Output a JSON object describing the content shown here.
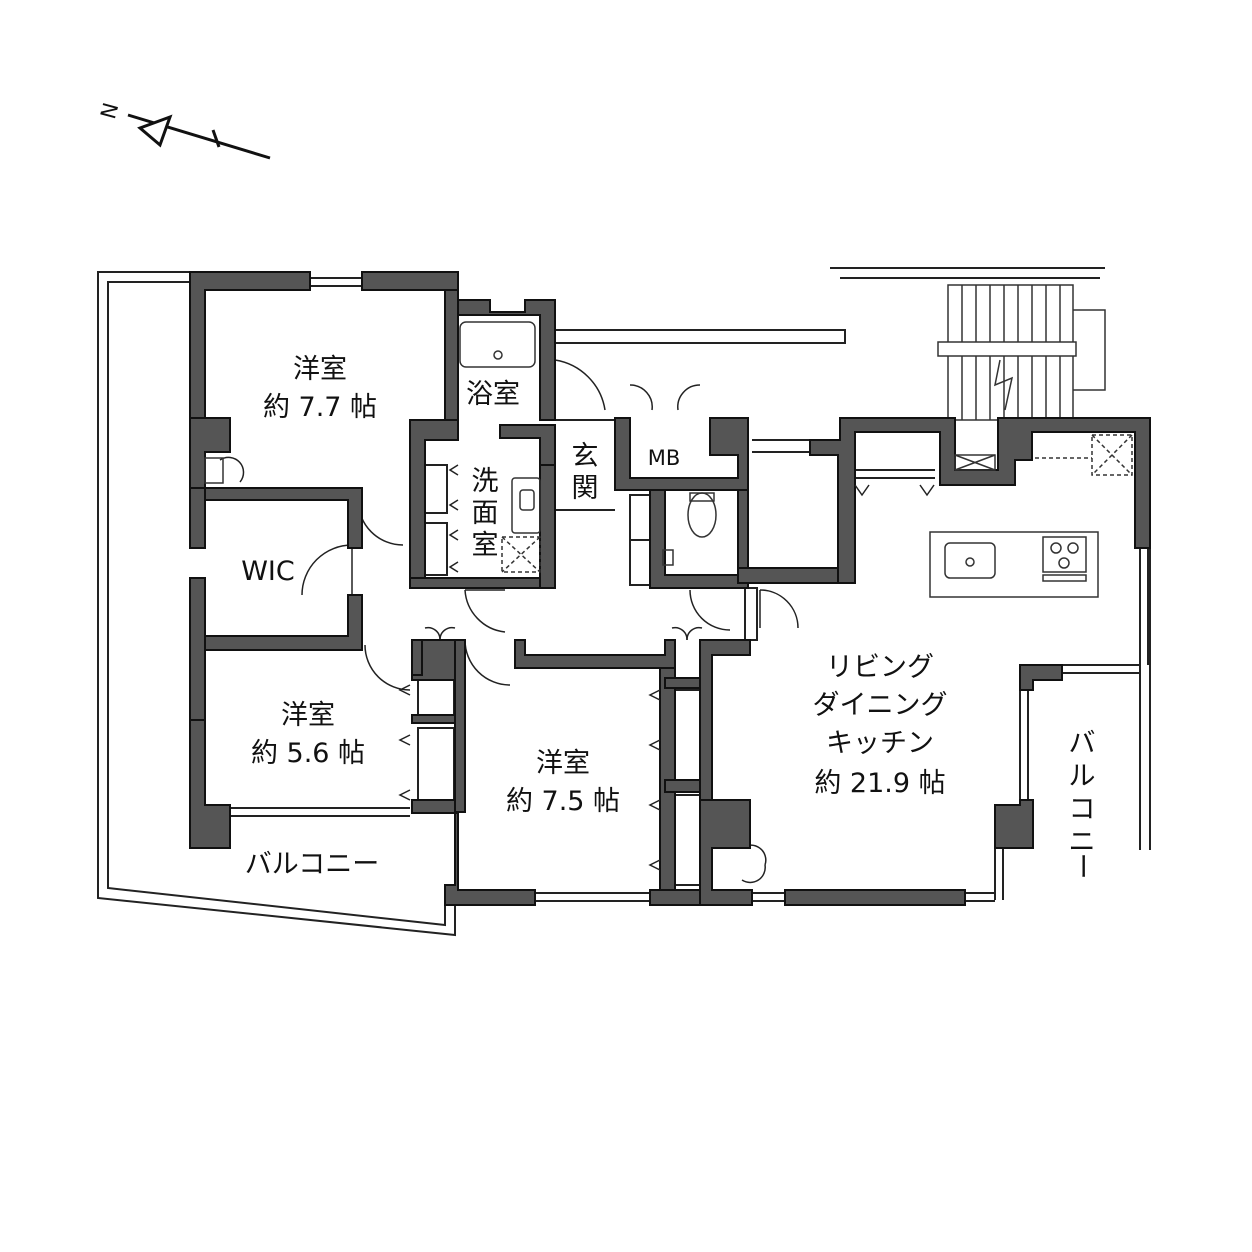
{
  "compass": {
    "north_label": "N"
  },
  "rooms": {
    "bedroom1": {
      "name": "洋室",
      "size": "約 7.7 帖"
    },
    "bedroom2": {
      "name": "洋室",
      "size": "約 5.6 帖"
    },
    "bedroom3": {
      "name": "洋室",
      "size": "約 7.5 帖"
    },
    "wic": {
      "name": "WIC"
    },
    "bath": {
      "name": "浴室"
    },
    "washroom": {
      "name": [
        "洗",
        "面",
        "室"
      ]
    },
    "entrance": {
      "name": [
        "玄",
        "関"
      ]
    },
    "mb": {
      "name": "MB"
    },
    "ldk": {
      "line1": "リビング",
      "line2": "ダイニング",
      "line3": "キッチン",
      "size": "約 21.9 帖"
    }
  },
  "balconies": {
    "south": {
      "name": "バルコニー"
    },
    "east": {
      "name": [
        "バ",
        "ル",
        "コ",
        "ニ",
        "ー"
      ]
    }
  },
  "colors": {
    "wall": "#555555",
    "line": "#111111",
    "fixture": "#333333",
    "light": "#999999"
  }
}
